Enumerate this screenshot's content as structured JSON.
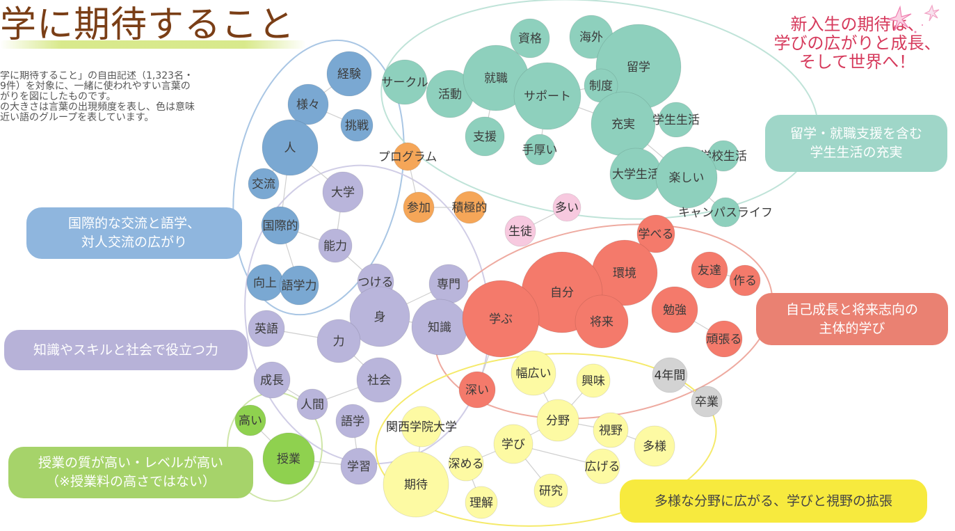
{
  "title": "学に期待すること",
  "description": "学に期待すること」の自由記述（1,323名・\n9件）を対象に、一緒に使われやすい言葉の\nがりを図にしたものです。\nの大きさは言葉の出現頻度を表し、色は意味\n近い語のグループを表しています。",
  "tagline": "新入生の期待は、\n学びの広がりと成長、\nそして世界へ！",
  "colors": {
    "blue": "#7aa8d2",
    "teal": "#8ed0bd",
    "purple": "#b9b5db",
    "orange": "#f5a658",
    "pink": "#f7c9df",
    "red": "#f47a6b",
    "gray": "#d3d3d3",
    "yellow": "#fdfaa3",
    "green": "#8fd14f"
  },
  "categories": [
    {
      "id": "blue",
      "label": "国際的な交流と語学、\n対人交流の広がり"
    },
    {
      "id": "teal",
      "label": "留学・就職支援を含む\n学生生活の充実"
    },
    {
      "id": "purple",
      "label": "知識やスキルと社会で役立つ力"
    },
    {
      "id": "red",
      "label": "自己成長と将来志向の\n主体的学び"
    },
    {
      "id": "green",
      "label": "授業の質が高い・レベルが高い\n（※授業料の高さではない）"
    },
    {
      "id": "yellow",
      "label": "多様な分野に広がる、学びと視野の拡張"
    }
  ],
  "nodes": [
    {
      "id": "経験",
      "group": "blue"
    },
    {
      "id": "様々",
      "group": "blue"
    },
    {
      "id": "挑戦",
      "group": "blue"
    },
    {
      "id": "人",
      "group": "blue"
    },
    {
      "id": "交流",
      "group": "blue"
    },
    {
      "id": "国際的",
      "group": "blue"
    },
    {
      "id": "向上",
      "group": "blue"
    },
    {
      "id": "語学力",
      "group": "blue"
    },
    {
      "id": "資格",
      "group": "teal"
    },
    {
      "id": "海外",
      "group": "teal"
    },
    {
      "id": "留学",
      "group": "teal"
    },
    {
      "id": "サークル",
      "group": "teal"
    },
    {
      "id": "活動",
      "group": "teal"
    },
    {
      "id": "就職",
      "group": "teal"
    },
    {
      "id": "サポート",
      "group": "teal"
    },
    {
      "id": "制度",
      "group": "teal"
    },
    {
      "id": "支援",
      "group": "teal"
    },
    {
      "id": "手厚い",
      "group": "teal"
    },
    {
      "id": "充実",
      "group": "teal"
    },
    {
      "id": "学生生活",
      "group": "teal"
    },
    {
      "id": "学校生活",
      "group": "teal"
    },
    {
      "id": "大学生活",
      "group": "teal"
    },
    {
      "id": "楽しい",
      "group": "teal"
    },
    {
      "id": "キャンパスライフ",
      "group": "teal"
    },
    {
      "id": "プログラム",
      "group": "orange"
    },
    {
      "id": "参加",
      "group": "orange"
    },
    {
      "id": "積極的",
      "group": "orange"
    },
    {
      "id": "多い",
      "group": "pink"
    },
    {
      "id": "生徒",
      "group": "pink"
    },
    {
      "id": "大学",
      "group": "purple"
    },
    {
      "id": "能力",
      "group": "purple"
    },
    {
      "id": "つける",
      "group": "purple"
    },
    {
      "id": "専門",
      "group": "purple"
    },
    {
      "id": "身",
      "group": "purple"
    },
    {
      "id": "知識",
      "group": "purple"
    },
    {
      "id": "英語",
      "group": "purple"
    },
    {
      "id": "力",
      "group": "purple"
    },
    {
      "id": "社会",
      "group": "purple"
    },
    {
      "id": "成長",
      "group": "purple"
    },
    {
      "id": "人間",
      "group": "purple"
    },
    {
      "id": "語学",
      "group": "purple"
    },
    {
      "id": "学習",
      "group": "purple"
    },
    {
      "id": "学べる",
      "group": "red"
    },
    {
      "id": "環境",
      "group": "red"
    },
    {
      "id": "自分",
      "group": "red"
    },
    {
      "id": "友達",
      "group": "red"
    },
    {
      "id": "作る",
      "group": "red"
    },
    {
      "id": "学ぶ",
      "group": "red"
    },
    {
      "id": "将来",
      "group": "red"
    },
    {
      "id": "勉強",
      "group": "red"
    },
    {
      "id": "頑張る",
      "group": "red"
    },
    {
      "id": "深い",
      "group": "red"
    },
    {
      "id": "4年間",
      "group": "gray"
    },
    {
      "id": "卒業",
      "group": "gray"
    },
    {
      "id": "幅広い",
      "group": "yellow"
    },
    {
      "id": "興味",
      "group": "yellow"
    },
    {
      "id": "分野",
      "group": "yellow"
    },
    {
      "id": "視野",
      "group": "yellow"
    },
    {
      "id": "多様",
      "group": "yellow"
    },
    {
      "id": "関西学院大学",
      "group": "yellow"
    },
    {
      "id": "学び",
      "group": "yellow"
    },
    {
      "id": "深める",
      "group": "yellow"
    },
    {
      "id": "広げる",
      "group": "yellow"
    },
    {
      "id": "期待",
      "group": "yellow"
    },
    {
      "id": "研究",
      "group": "yellow"
    },
    {
      "id": "理解",
      "group": "yellow"
    },
    {
      "id": "高い",
      "group": "green"
    },
    {
      "id": "授業",
      "group": "green"
    }
  ],
  "edges": [
    [
      "経験",
      "様々"
    ],
    [
      "様々",
      "人"
    ],
    [
      "挑戦",
      "様々"
    ],
    [
      "人",
      "交流"
    ],
    [
      "人",
      "国際的"
    ],
    [
      "国際的",
      "語学力"
    ],
    [
      "向上",
      "語学力"
    ],
    [
      "資格",
      "就職"
    ],
    [
      "海外",
      "留学"
    ],
    [
      "留学",
      "制度"
    ],
    [
      "サークル",
      "活動"
    ],
    [
      "活動",
      "就職"
    ],
    [
      "就職",
      "サポート"
    ],
    [
      "就職",
      "支援"
    ],
    [
      "サポート",
      "制度"
    ],
    [
      "サポート",
      "手厚い"
    ],
    [
      "サポート",
      "充実"
    ],
    [
      "充実",
      "学生生活"
    ],
    [
      "充実",
      "楽しい"
    ],
    [
      "楽しい",
      "大学生活"
    ],
    [
      "楽しい",
      "学校生活"
    ],
    [
      "楽しい",
      "キャンパスライフ"
    ],
    [
      "プログラム",
      "参加"
    ],
    [
      "参加",
      "積極的"
    ],
    [
      "多い",
      "生徒"
    ],
    [
      "大学",
      "能力"
    ],
    [
      "能力",
      "つける"
    ],
    [
      "つける",
      "身"
    ],
    [
      "身",
      "専門"
    ],
    [
      "身",
      "知識"
    ],
    [
      "身",
      "力"
    ],
    [
      "英語",
      "力"
    ],
    [
      "力",
      "社会"
    ],
    [
      "成長",
      "人間"
    ],
    [
      "人間",
      "社会"
    ],
    [
      "語学",
      "学習"
    ],
    [
      "学習",
      "授業"
    ],
    [
      "学べる",
      "環境"
    ],
    [
      "環境",
      "自分"
    ],
    [
      "自分",
      "学ぶ"
    ],
    [
      "自分",
      "将来"
    ],
    [
      "友達",
      "作る"
    ],
    [
      "勉強",
      "頑張る"
    ],
    [
      "学ぶ",
      "知識"
    ],
    [
      "学ぶ",
      "深い"
    ],
    [
      "4年間",
      "卒業"
    ],
    [
      "幅広い",
      "分野"
    ],
    [
      "興味",
      "分野"
    ],
    [
      "分野",
      "視野"
    ],
    [
      "視野",
      "多様"
    ],
    [
      "分野",
      "学び"
    ],
    [
      "学び",
      "深める"
    ],
    [
      "学び",
      "広げる"
    ],
    [
      "関西学院大学",
      "期待"
    ],
    [
      "深める",
      "理解"
    ],
    [
      "学び",
      "研究"
    ],
    [
      "高い",
      "授業"
    ],
    [
      "能力",
      "国際的"
    ],
    [
      "大学",
      "人"
    ]
  ]
}
